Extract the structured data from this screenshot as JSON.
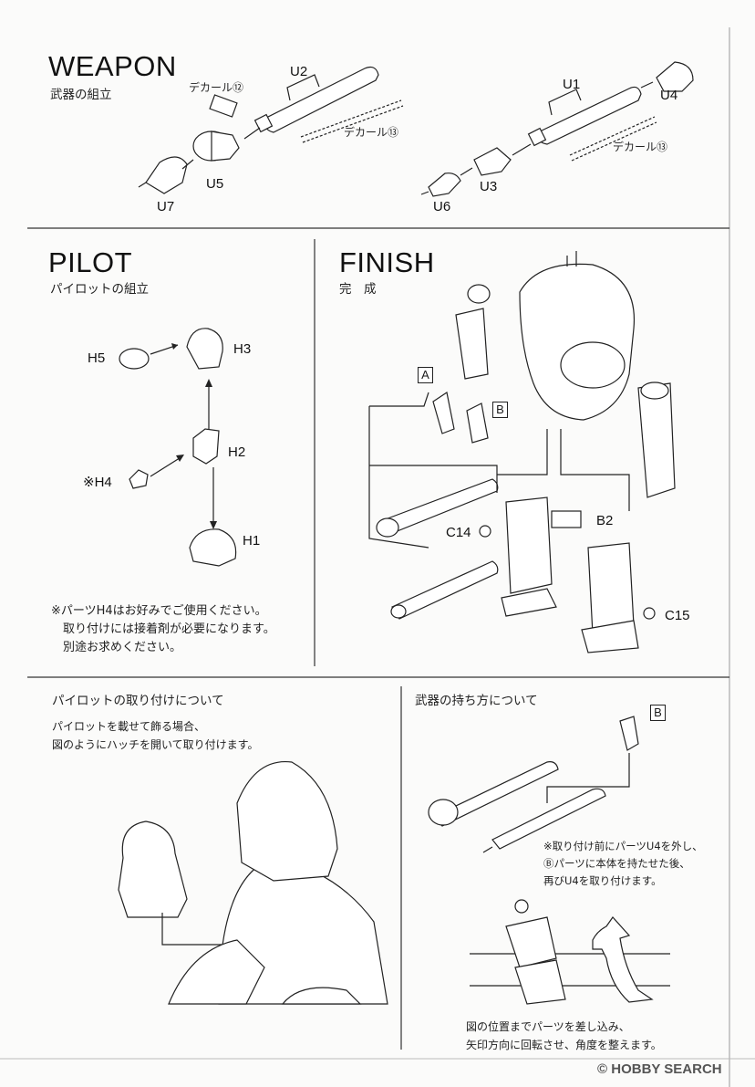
{
  "weapon": {
    "title": "WEAPON",
    "subtitle": "武器の組立",
    "parts": [
      "U2",
      "U1",
      "U4",
      "U5",
      "U7",
      "U6",
      "U3"
    ],
    "decal_12": "デカール⑫",
    "decal_13a": "デカール⑬",
    "decal_13b": "デカール⑬"
  },
  "pilot": {
    "title": "PILOT",
    "subtitle": "パイロットの組立",
    "parts": [
      "H5",
      "H3",
      "H2",
      "※H4",
      "H1"
    ],
    "note_lines": [
      "※パーツH4はお好みでご使用ください。",
      "　取り付けには接着剤が必要になります。",
      "　別途お求めください。"
    ]
  },
  "finish": {
    "title": "FINISH",
    "subtitle": "完　成",
    "box_a": "A",
    "box_b": "B",
    "parts": [
      "C14",
      "B2",
      "C15"
    ]
  },
  "pilot_attach": {
    "title": "パイロットの取り付けについて",
    "lines": [
      "パイロットを載せて飾る場合、",
      "図のようにハッチを開いて取り付けます。"
    ]
  },
  "weapon_hold": {
    "title": "武器の持ち方について",
    "box_b": "B",
    "note_lines": [
      "※取り付け前にパーツU4を外し、",
      "Ⓑパーツに本体を持たせた後、",
      "再びU4を取り付けます。"
    ],
    "bottom_lines": [
      "図の位置までパーツを差し込み、",
      "矢印方向に回転させ、角度を整えます。"
    ]
  },
  "footer": {
    "brand": "HOBBY SEARCH",
    "copyright": "©"
  }
}
